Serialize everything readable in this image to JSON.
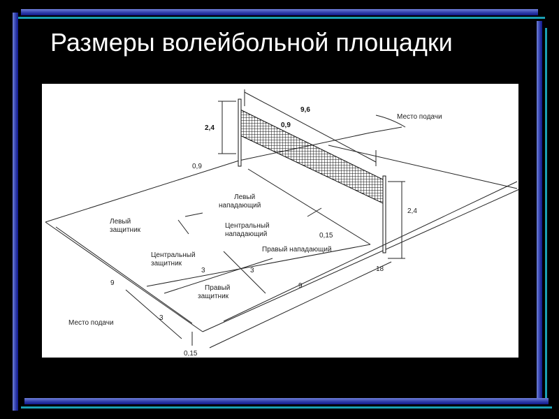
{
  "slide": {
    "title": "Размеры волейбольной площадки"
  },
  "diagram": {
    "serve_zone_top": "Место подачи",
    "serve_zone_bottom": "Место подачи",
    "positions": {
      "left_attacker_1": "Левый",
      "left_attacker_2": "нападающий",
      "left_defender_1": "Левый",
      "left_defender_2": "защитник",
      "center_attacker_1": "Центральный",
      "center_attacker_2": "нападающий",
      "right_attacker": "Правый нападающий",
      "center_defender_1": "Центральный",
      "center_defender_2": "защитник",
      "right_defender_1": "Правый",
      "right_defender_2": "защитник"
    },
    "dimensions": {
      "net_length": "9,6",
      "net_width": "0,9",
      "net_height_left": "2,4",
      "net_height_right": "2,4",
      "post_offset": "0,9",
      "line_width_top": "0,15",
      "line_width_bottom": "0,15",
      "court_length": "18",
      "half_length": "9",
      "court_width": "9",
      "attack_zone_a": "3",
      "attack_zone_b": "3",
      "attack_zone_side": "3"
    }
  }
}
